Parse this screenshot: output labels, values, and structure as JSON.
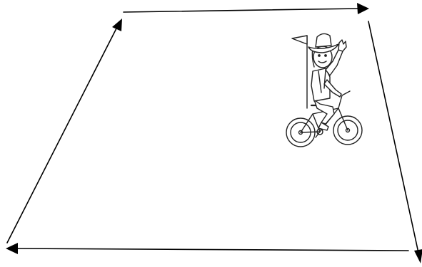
{
  "diagram": {
    "shape": "quadrilateral-path",
    "edge_count": 4,
    "edges": [
      {
        "name": "top-edge",
        "direction": "left-to-right"
      },
      {
        "name": "right-edge",
        "direction": "top-to-bottom"
      },
      {
        "name": "bottom-edge",
        "direction": "right-to-left"
      },
      {
        "name": "left-edge",
        "direction": "bottom-to-top"
      }
    ],
    "traversal": "clockwise",
    "colors": {
      "line": "#000000",
      "background": "#ffffff",
      "drawing": "#222222"
    }
  },
  "illustration": {
    "subject": "boy-riding-bicycle-with-flag",
    "icon": "cyclist-icon",
    "position_word": "top-right"
  }
}
